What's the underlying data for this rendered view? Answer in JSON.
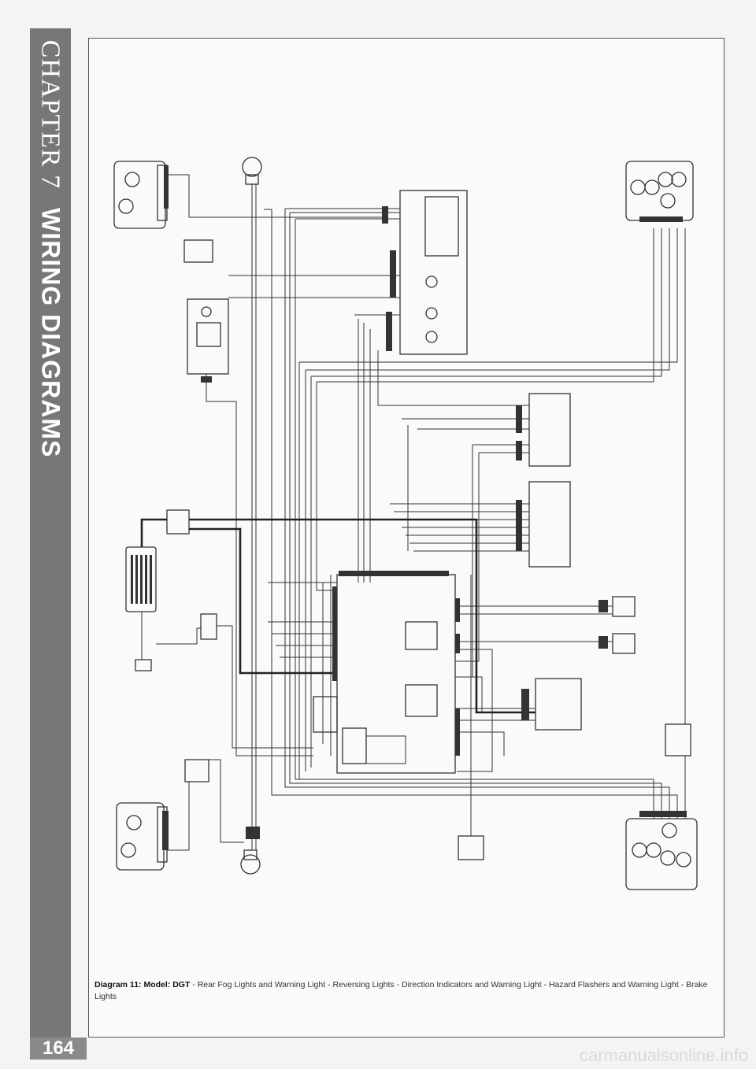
{
  "sidebar": {
    "chapter": "CHAPTER 7",
    "section": "WIRING DIAGRAMS"
  },
  "page_number": "164",
  "caption": {
    "label": "Diagram 11: Model: DGT",
    "text": " - Rear Fog Lights and Warning Light - Reversing Lights - Direction Indicators and Warning Light - Hazard Flashers and Warning Light - Brake Lights"
  },
  "watermark": "carmanualsonline.info"
}
